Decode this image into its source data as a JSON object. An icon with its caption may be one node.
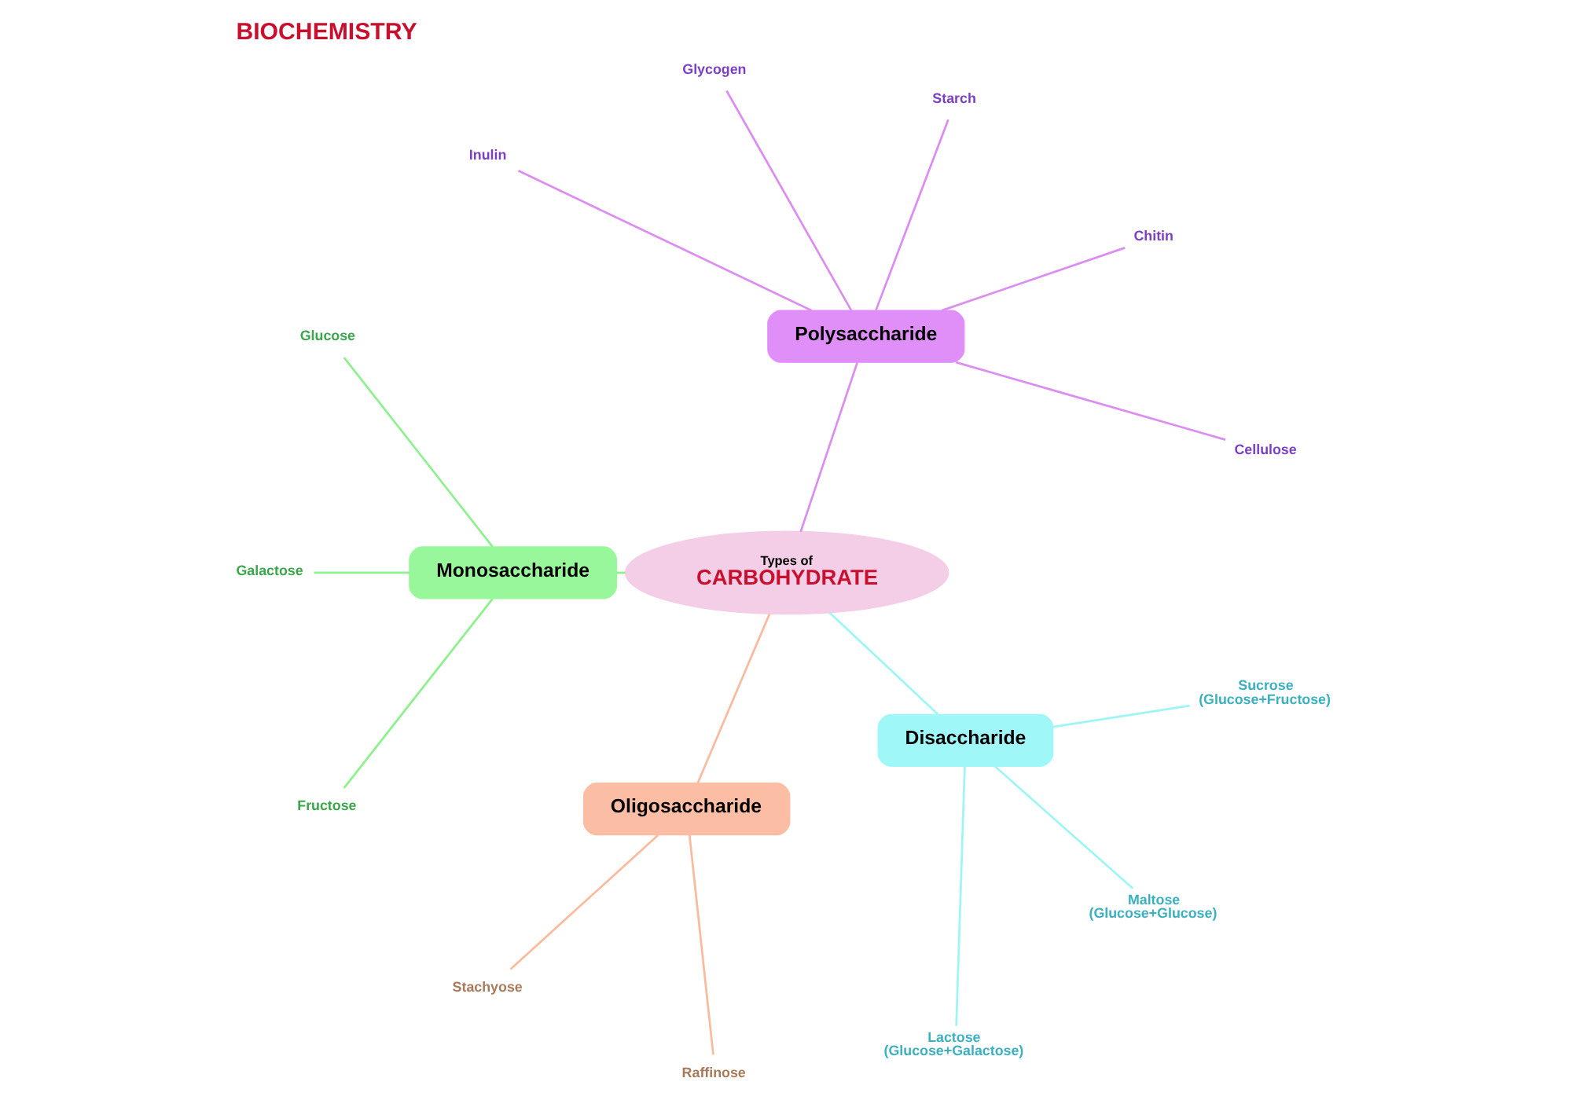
{
  "diagram": {
    "title": "BIOCHEMISTRY",
    "nodes": [
      {
        "text": [
          "Types of",
          "CARBOHYDRATE"
        ]
      },
      {
        "text": [
          "Polysaccharide"
        ]
      },
      {
        "text": [
          "Monosaccharide"
        ]
      },
      {
        "text": [
          "Oligosaccharide"
        ]
      },
      {
        "text": [
          "Disaccharide"
        ]
      },
      {
        "text": [
          "Cellulose"
        ]
      },
      {
        "text": [
          "Chitin"
        ]
      },
      {
        "text": [
          "Starch"
        ]
      },
      {
        "text": [
          "Glycogen"
        ]
      },
      {
        "text": [
          "Inulin"
        ]
      },
      {
        "text": [
          "Glucose"
        ]
      },
      {
        "text": [
          "Galactose"
        ]
      },
      {
        "text": [
          "Fructose"
        ]
      },
      {
        "text": [
          "Stachyose"
        ]
      },
      {
        "text": [
          "Raffinose"
        ]
      },
      {
        "text": [
          "Lactose",
          "(Glucose+Galactose)"
        ]
      },
      {
        "text": [
          "Maltose",
          "(Glucose+Glucose)"
        ]
      },
      {
        "text": [
          "Sucrose",
          "(Glucose+Fructose)"
        ]
      }
    ],
    "edges": [
      {
        "from": 0,
        "to": 1,
        "arrow": "none",
        "color": "#dc8ef0"
      },
      {
        "from": 0,
        "to": 2,
        "arrow": "none",
        "color": "#8ef08e"
      },
      {
        "from": 0,
        "to": 3,
        "arrow": "none",
        "color": "#f9bb9f"
      },
      {
        "from": 0,
        "to": 4,
        "arrow": "none",
        "color": "#9ef5f5"
      },
      {
        "from": 1,
        "to": 5,
        "arrow": "none",
        "color": "#dc8ef0"
      },
      {
        "from": 1,
        "to": 6,
        "arrow": "none",
        "color": "#dc8ef0"
      },
      {
        "from": 1,
        "to": 7,
        "arrow": "none",
        "color": "#dc8ef0"
      },
      {
        "from": 1,
        "to": 8,
        "arrow": "none",
        "color": "#dc8ef0"
      },
      {
        "from": 1,
        "to": 9,
        "arrow": "none",
        "color": "#dc8ef0"
      },
      {
        "from": 2,
        "to": 10,
        "arrow": "none",
        "color": "#8ef08e"
      },
      {
        "from": 2,
        "to": 11,
        "arrow": "none",
        "color": "#8ef08e"
      },
      {
        "from": 2,
        "to": 12,
        "arrow": "none",
        "color": "#8ef08e"
      },
      {
        "from": 3,
        "to": 13,
        "arrow": "none",
        "color": "#f9bb9f"
      },
      {
        "from": 3,
        "to": 14,
        "arrow": "none",
        "color": "#f9bb9f"
      },
      {
        "from": 4,
        "to": 15,
        "arrow": "none",
        "color": "#9ef5f5"
      },
      {
        "from": 4,
        "to": 16,
        "arrow": "none",
        "color": "#9ef5f5"
      },
      {
        "from": 4,
        "to": 17,
        "arrow": "none",
        "color": "#9ef5f5"
      }
    ]
  }
}
